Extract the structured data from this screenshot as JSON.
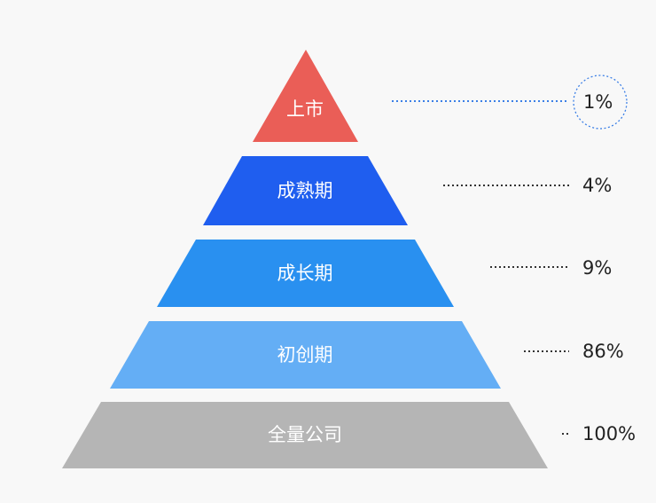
{
  "tiers": [
    {
      "label": "上市",
      "percent": "1%",
      "color": "#EA5E57",
      "highlight": true
    },
    {
      "label": "成熟期",
      "percent": "4%",
      "color": "#1F5EEF"
    },
    {
      "label": "成长期",
      "percent": "9%",
      "color": "#2990F0"
    },
    {
      "label": "初创期",
      "percent": "86%",
      "color": "#64AEF5"
    },
    {
      "label": "全量公司",
      "percent": "100%",
      "color": "#B5B5B5"
    }
  ],
  "colors": {
    "background": "#F8F8F8",
    "highlight_dots": "#3B7FE6",
    "dots": "#333333"
  }
}
